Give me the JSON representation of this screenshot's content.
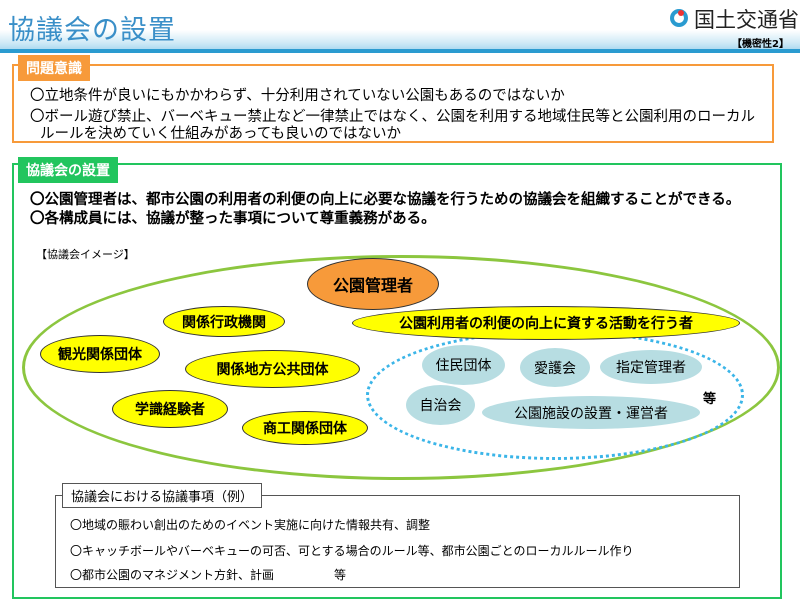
{
  "header": {
    "title": "協議会の設置",
    "ministry": "国土交通省",
    "classification": "【機密性2】"
  },
  "issue": {
    "label": "問題意識",
    "lines": [
      "〇立地条件が良いにもかかわらず、十分利用されていない公園もあるのではないか",
      "〇ボール遊び禁止、バーベキュー禁止など一律禁止ではなく、公園を利用する地域住民等と公園利用のローカル",
      "ルールを決めていく仕組みがあっても良いのではないか"
    ]
  },
  "council": {
    "label": "協議会の設置",
    "lines": [
      "〇公園管理者は、都市公園の利用者の利便の向上に必要な協議を行うための協議会を組織することができる。",
      "〇各構成員には、協議が整った事項について尊重義務がある。"
    ],
    "image_label": "【協議会イメージ】",
    "members": {
      "manager": "公園管理者",
      "admin": "関係行政機関",
      "tourism": "観光関係団体",
      "local_gov": "関係地方公共団体",
      "experts": "学識経験者",
      "commerce": "商工関係団体",
      "activity": "公園利用者の利便の向上に資する活動を行う者",
      "residents": "住民団体",
      "friends": "愛護会",
      "designated": "指定管理者",
      "neighborhood": "自治会",
      "operators": "公園施設の設置・運営者",
      "etc": "等"
    }
  },
  "topics": {
    "title": "協議会における協議事項（例）",
    "items": [
      "〇地域の賑わい創出のためのイベント実施に向けた情報共有、調整",
      "〇キャッチボールやバーベキューの可否、可とする場合のルール等、都市公園ごとのローカルルール作り",
      "〇都市公園のマネジメント方針、計画　　　　　等"
    ]
  },
  "colors": {
    "orange": "#f79a3a",
    "green": "#22c55e",
    "yellow": "#ffff00",
    "lightblue": "#b7dde2",
    "header_blue": "#3a8fc8"
  }
}
